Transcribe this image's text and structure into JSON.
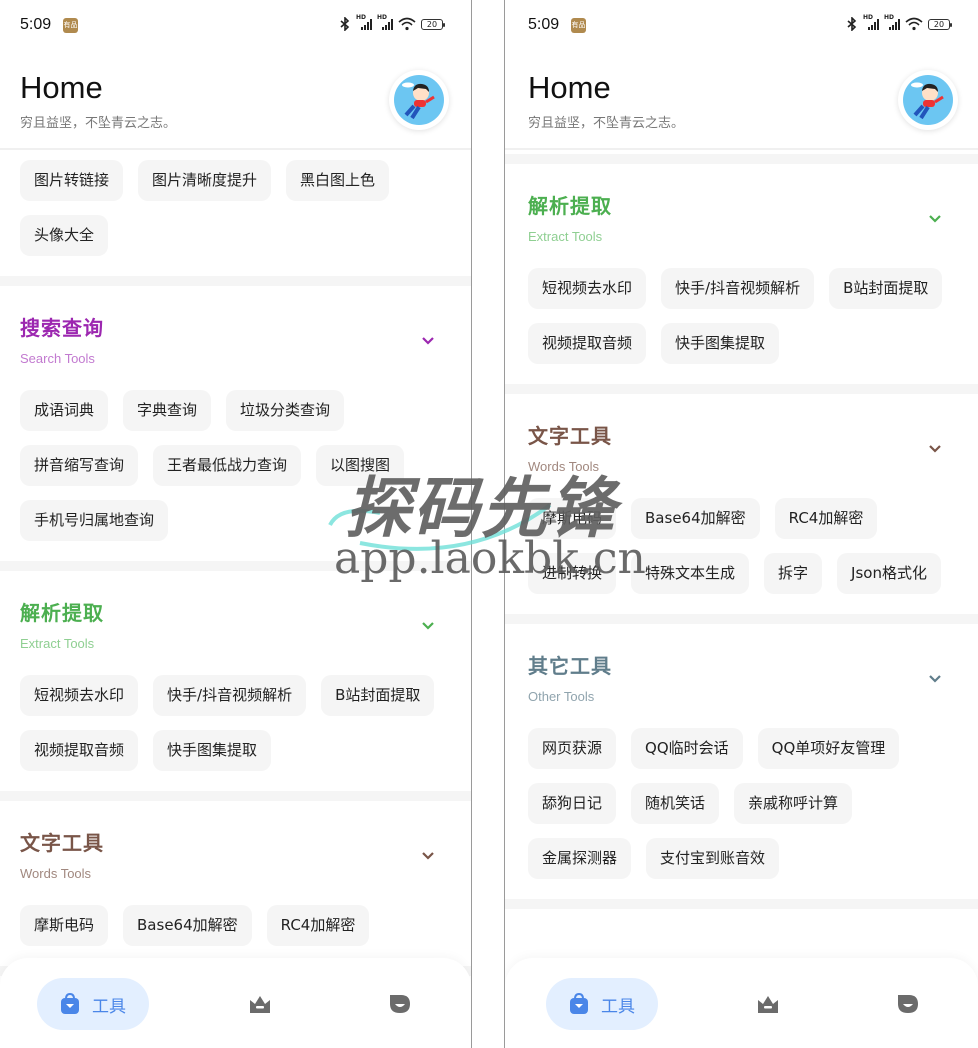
{
  "statusbar": {
    "time": "5:09",
    "badge": "有品",
    "battery": "20",
    "signal_label": "HD"
  },
  "header": {
    "title": "Home",
    "subtitle": "穷且益坚，不坠青云之志。"
  },
  "colors": {
    "image": "#333333",
    "search": "#9c27b0",
    "extract": "#4caf50",
    "words": "#795548",
    "other": "#607d8b",
    "chip_bg": "#f5f5f5",
    "nav_active_bg": "#e3efff",
    "nav_active": "#4a86e8",
    "nav_inactive": "#6b6b6b"
  },
  "left": {
    "sections": [
      {
        "key": "image",
        "title": "",
        "subtitle": "",
        "items": [
          "图片转链接",
          "图片清晰度提升",
          "黑白图上色",
          "头像大全"
        ]
      },
      {
        "key": "search",
        "title": "搜索查询",
        "subtitle": "Search Tools",
        "items": [
          "成语词典",
          "字典查询",
          "垃圾分类查询",
          "拼音缩写查询",
          "王者最低战力查询",
          "以图搜图",
          "手机号归属地查询"
        ]
      },
      {
        "key": "extract",
        "title": "解析提取",
        "subtitle": "Extract Tools",
        "items": [
          "短视频去水印",
          "快手/抖音视频解析",
          "B站封面提取",
          "视频提取音频",
          "快手图集提取"
        ]
      },
      {
        "key": "words",
        "title": "文字工具",
        "subtitle": "Words Tools",
        "items": [
          "摩斯电码",
          "Base64加解密",
          "RC4加解密"
        ]
      }
    ]
  },
  "right": {
    "sections": [
      {
        "key": "extract",
        "title": "解析提取",
        "subtitle": "Extract Tools",
        "items": [
          "短视频去水印",
          "快手/抖音视频解析",
          "B站封面提取",
          "视频提取音频",
          "快手图集提取"
        ]
      },
      {
        "key": "words",
        "title": "文字工具",
        "subtitle": "Words Tools",
        "items": [
          "摩斯电码",
          "Base64加解密",
          "RC4加解密",
          "进制转换",
          "特殊文本生成",
          "拆字",
          "Json格式化"
        ]
      },
      {
        "key": "other",
        "title": "其它工具",
        "subtitle": "Other Tools",
        "items": [
          "网页获源",
          "QQ临时会话",
          "QQ单项好友管理",
          "舔狗日记",
          "随机笑话",
          "亲戚称呼计算",
          "金属探测器",
          "支付宝到账音效"
        ]
      }
    ]
  },
  "bottomnav": {
    "active_label": "工具",
    "icons": [
      "tools-bag-icon",
      "crown-icon",
      "profile-icon"
    ]
  },
  "watermark": {
    "cn": "探码先锋",
    "url": "app.laokbk.cn"
  }
}
